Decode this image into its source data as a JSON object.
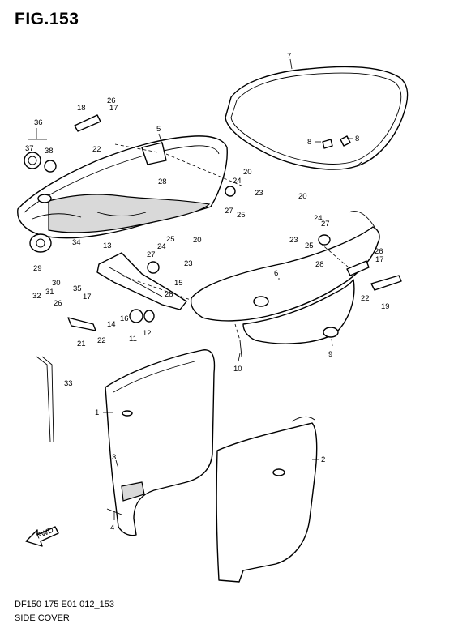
{
  "figure": {
    "title": "FIG.153",
    "code": "DF150 175 E01 012_153",
    "name": "SIDE COVER"
  },
  "fwd_label": "FWD",
  "callouts": [
    "1",
    "2",
    "3",
    "4",
    "5",
    "6",
    "7",
    "8",
    "8",
    "9",
    "10",
    "11",
    "12",
    "13",
    "14",
    "15",
    "16",
    "17",
    "17",
    "17",
    "18",
    "19",
    "20",
    "20",
    "20",
    "21",
    "22",
    "22",
    "22",
    "23",
    "23",
    "23",
    "24",
    "24",
    "24",
    "25",
    "25",
    "25",
    "26",
    "26",
    "26",
    "27",
    "27",
    "27",
    "28",
    "28",
    "28",
    "29",
    "30",
    "31",
    "32",
    "33",
    "34",
    "35",
    "36",
    "37",
    "38"
  ]
}
